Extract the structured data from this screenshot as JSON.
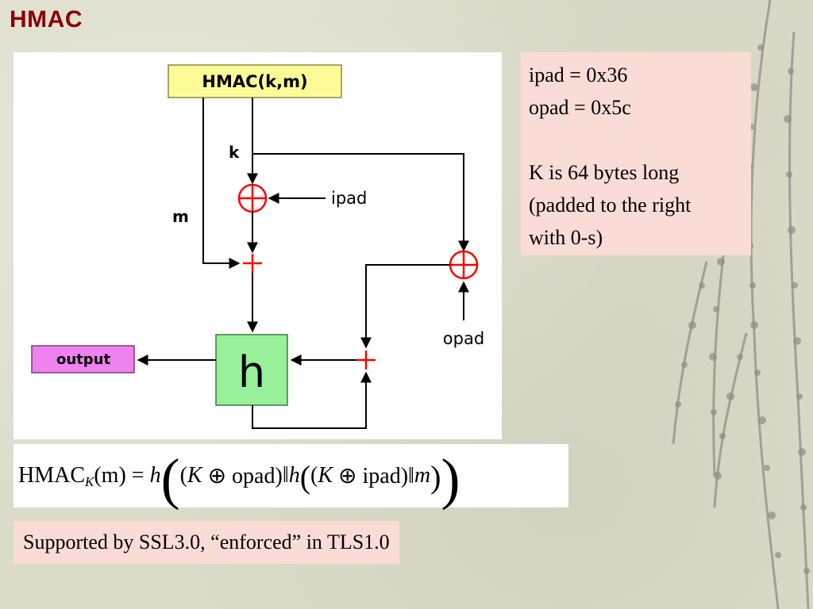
{
  "slide": {
    "title": "HMAC"
  },
  "diagram": {
    "top_box": "HMAC(k,m)",
    "key_label": "k",
    "message_label": "m",
    "ipad_label": "ipad",
    "opad_label": "opad",
    "hash_label": "h",
    "output_label": "output",
    "colors": {
      "top_box_fill": "#fdfb97",
      "hash_fill": "#98f098",
      "output_fill": "#ee82ee",
      "operator": "#ff0000"
    }
  },
  "notes": {
    "lines": [
      "ipad = 0x36",
      "opad = 0x5c",
      "",
      "K is 64 bytes long",
      "(padded to the right",
      "with 0-s)"
    ]
  },
  "formula": {
    "hmac": "HMAC",
    "subscript": "K",
    "arg": "(m)",
    "eq": " = ",
    "h1": "h",
    "k1": "K",
    "xor1": " ⊕ opad)",
    "concat1": "‖",
    "h2": "h",
    "k2": "K",
    "xor2": " ⊕ ipad)‖",
    "m": "m"
  },
  "support": {
    "text": "Supported by SSL3.0, “enforced” in TLS1.0"
  }
}
